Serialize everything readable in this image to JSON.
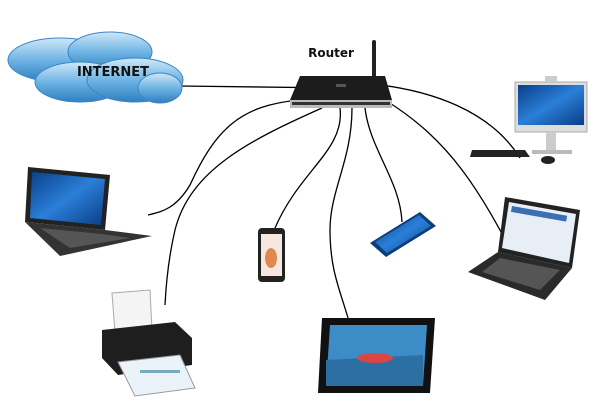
{
  "diagram": {
    "internet_label": "INTERNET",
    "router_label": "Router",
    "nodes": [
      "internet-cloud",
      "router",
      "desktop-computer",
      "laptop-left",
      "smartphone",
      "printer",
      "tablet",
      "smartphone-tilted",
      "laptop-right"
    ],
    "colors": {
      "cloud": "#5aa6dc",
      "router": "#1c1c1c",
      "cable": "#000000"
    }
  }
}
